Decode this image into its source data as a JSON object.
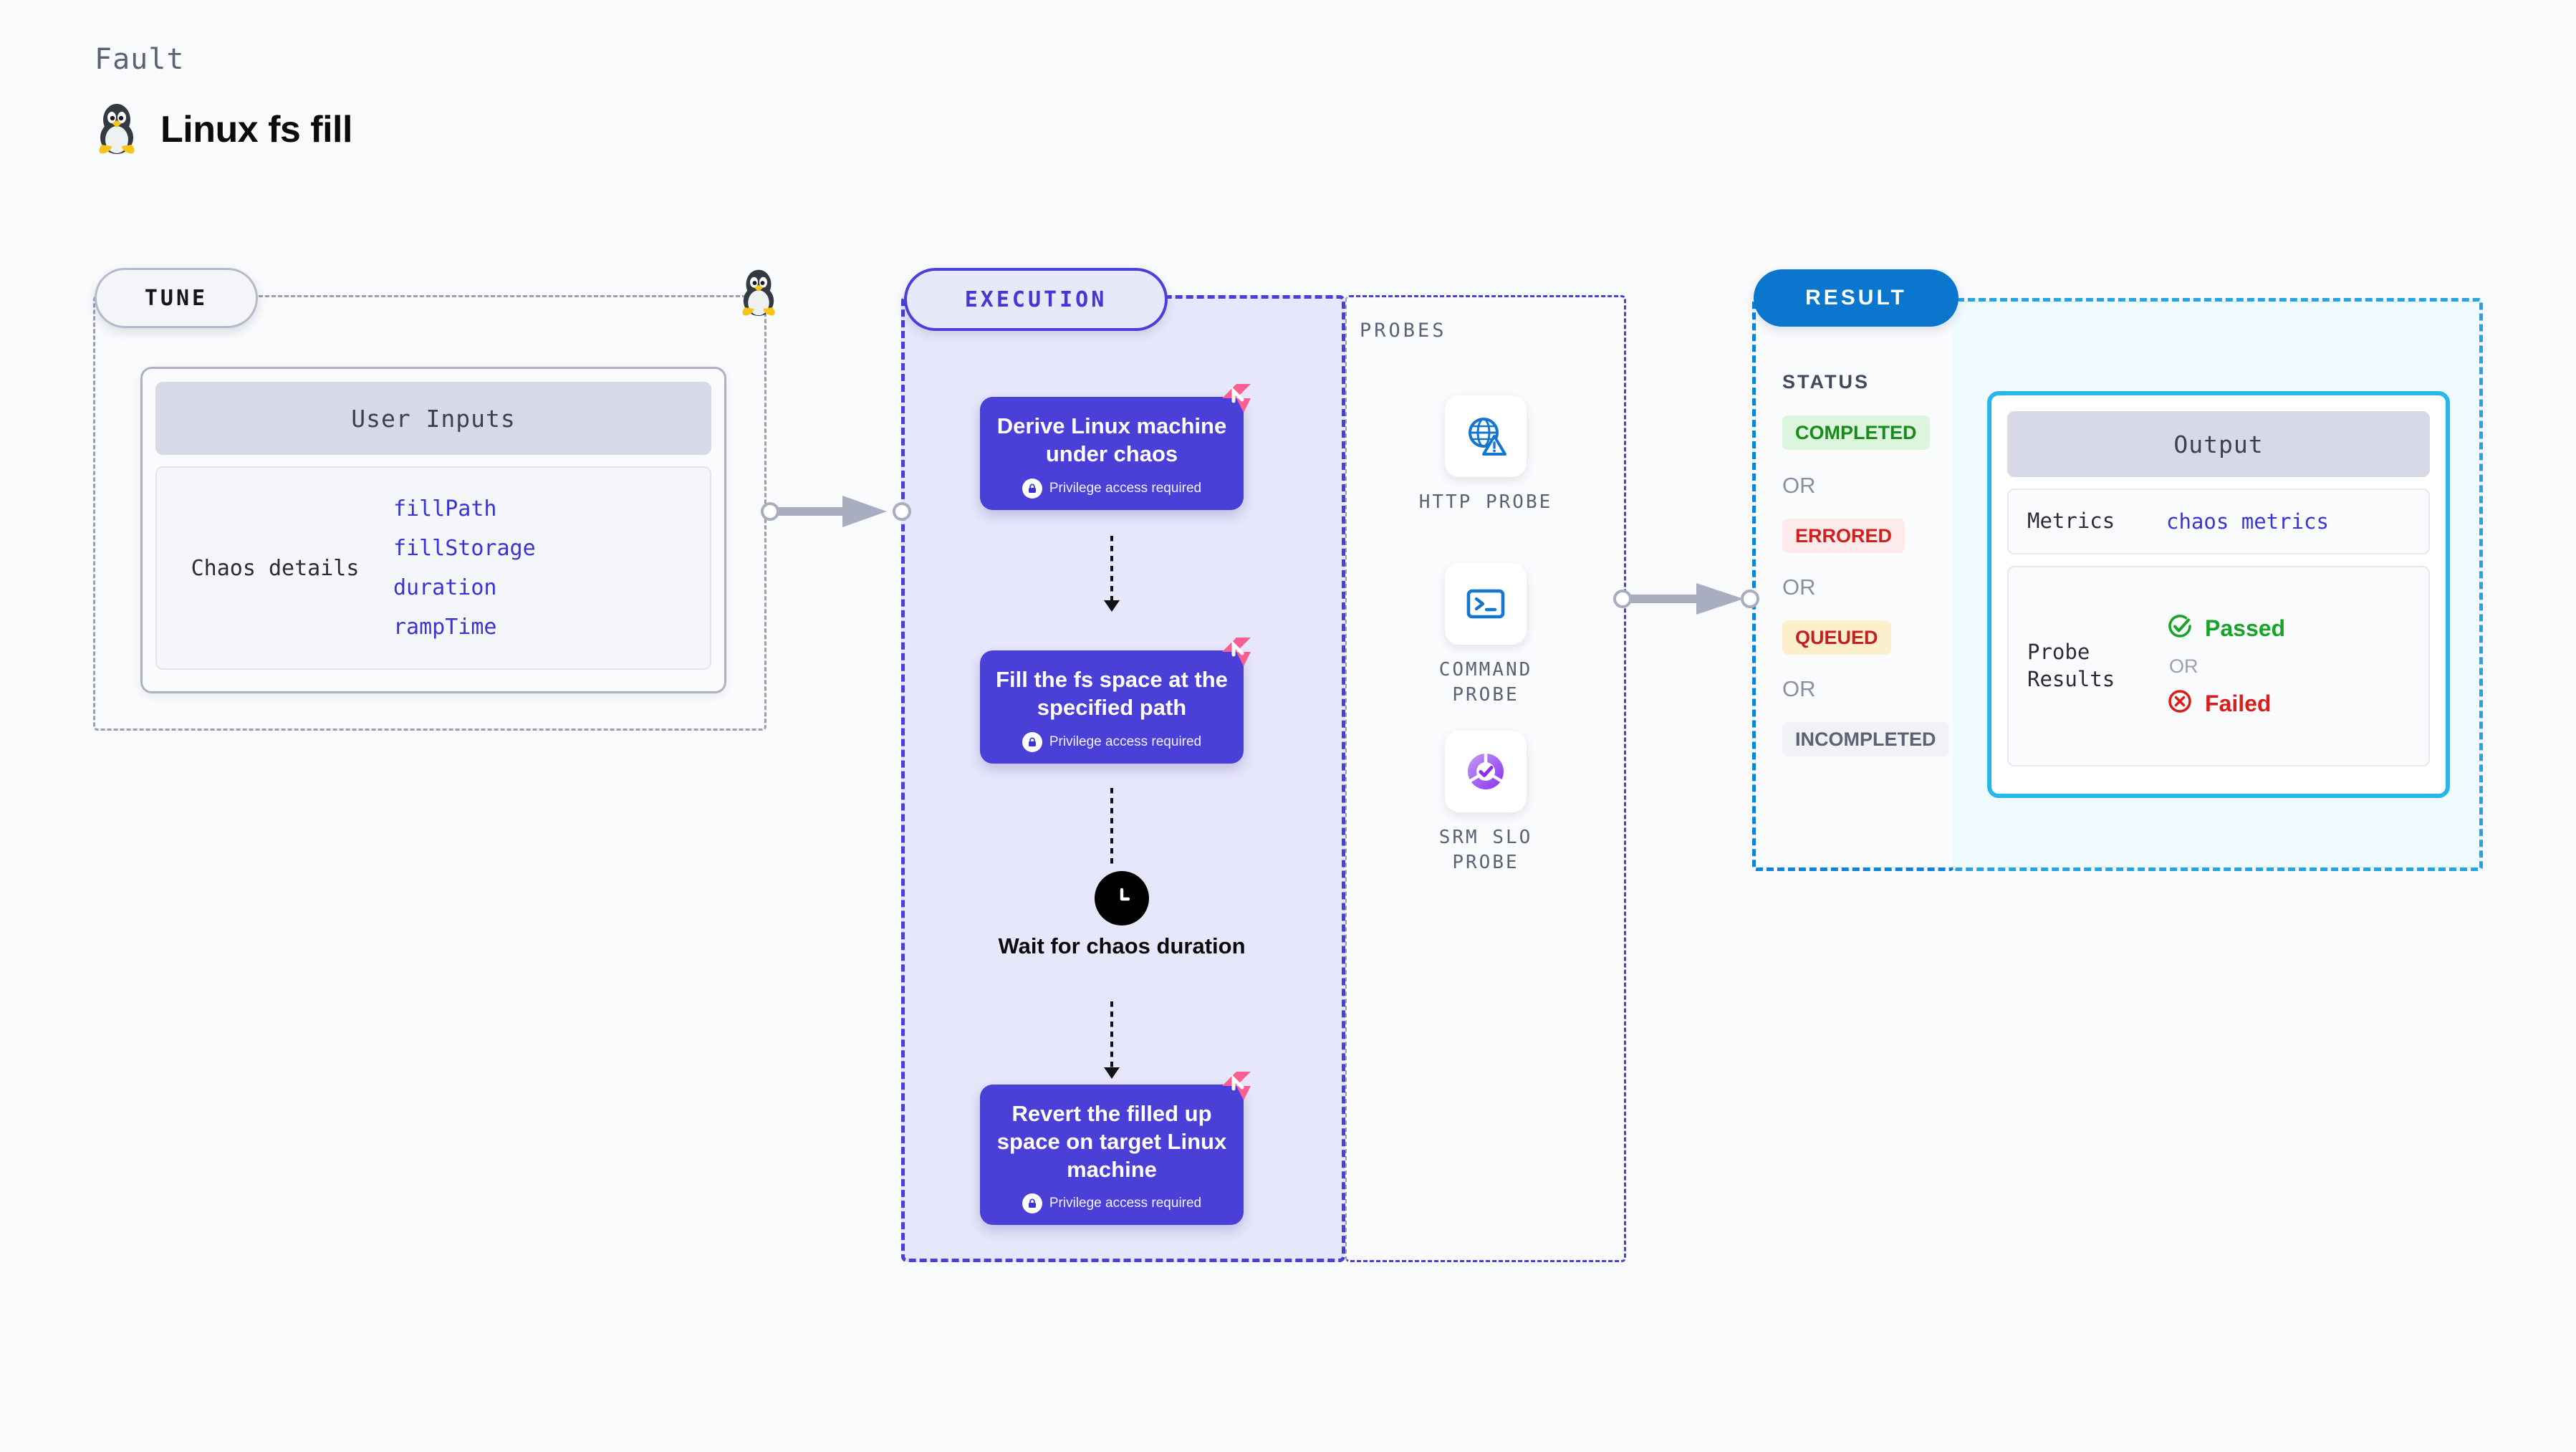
{
  "header": {
    "kicker": "Fault",
    "title": "Linux fs fill",
    "icon": "tux-penguin-icon"
  },
  "tune": {
    "pill_label": "TUNE",
    "card": {
      "header": "User Inputs",
      "row_label": "Chaos details",
      "params": [
        "fillPath",
        "fillStorage",
        "duration",
        "rampTime"
      ]
    }
  },
  "execution": {
    "pill_label": "EXECUTION",
    "steps": [
      {
        "title": "Derive Linux machine under chaos",
        "privilege": "Privilege access required",
        "badge": "litmus-flag-icon",
        "lock": "lock-icon"
      },
      {
        "title": "Fill the fs space at the specified path",
        "privilege": "Privilege access required",
        "badge": "litmus-flag-icon",
        "lock": "lock-icon"
      },
      {
        "title": "Revert the filled up space on target Linux machine",
        "privilege": "Privilege access required",
        "badge": "litmus-flag-icon",
        "lock": "lock-icon"
      }
    ],
    "wait_node": {
      "icon": "clock-icon",
      "label": "Wait for chaos duration"
    }
  },
  "probes": {
    "title": "PROBES",
    "items": [
      {
        "label": "HTTP PROBE",
        "icon": "globe-warning-icon"
      },
      {
        "label": "COMMAND PROBE",
        "icon": "terminal-icon"
      },
      {
        "label": "SRM SLO PROBE",
        "icon": "slo-donut-check-icon"
      }
    ]
  },
  "result": {
    "pill_label": "RESULT",
    "status_title": "STATUS",
    "or_label": "OR",
    "statuses": [
      {
        "label": "COMPLETED",
        "color": "#1a8a1f",
        "bg": "#dcf5dd"
      },
      {
        "label": "ERRORED",
        "color": "#cf1f1f",
        "bg": "#fdeaea"
      },
      {
        "label": "QUEUED",
        "color": "#c22121",
        "bg": "#fcefcc"
      },
      {
        "label": "INCOMPLETED",
        "color": "#5a6274",
        "bg": "#f1f2f6"
      }
    ],
    "output": {
      "header": "Output",
      "metrics_key": "Metrics",
      "metrics_value": "chaos metrics",
      "probe_results_key": "Probe Results",
      "passed_label": "Passed",
      "or_label": "OR",
      "failed_label": "Failed",
      "passed_color": "#18a32b",
      "failed_color": "#d91e1e"
    }
  },
  "colors": {
    "page_bg": "#f8fafc",
    "execution_purple": "#4a3fd6",
    "execution_fill": "#e7e7fb",
    "result_blue": "#0b76cd",
    "output_cyan": "#29b6ec",
    "param_blue": "#3a34d2",
    "flag_pink": "#fb5f92"
  }
}
